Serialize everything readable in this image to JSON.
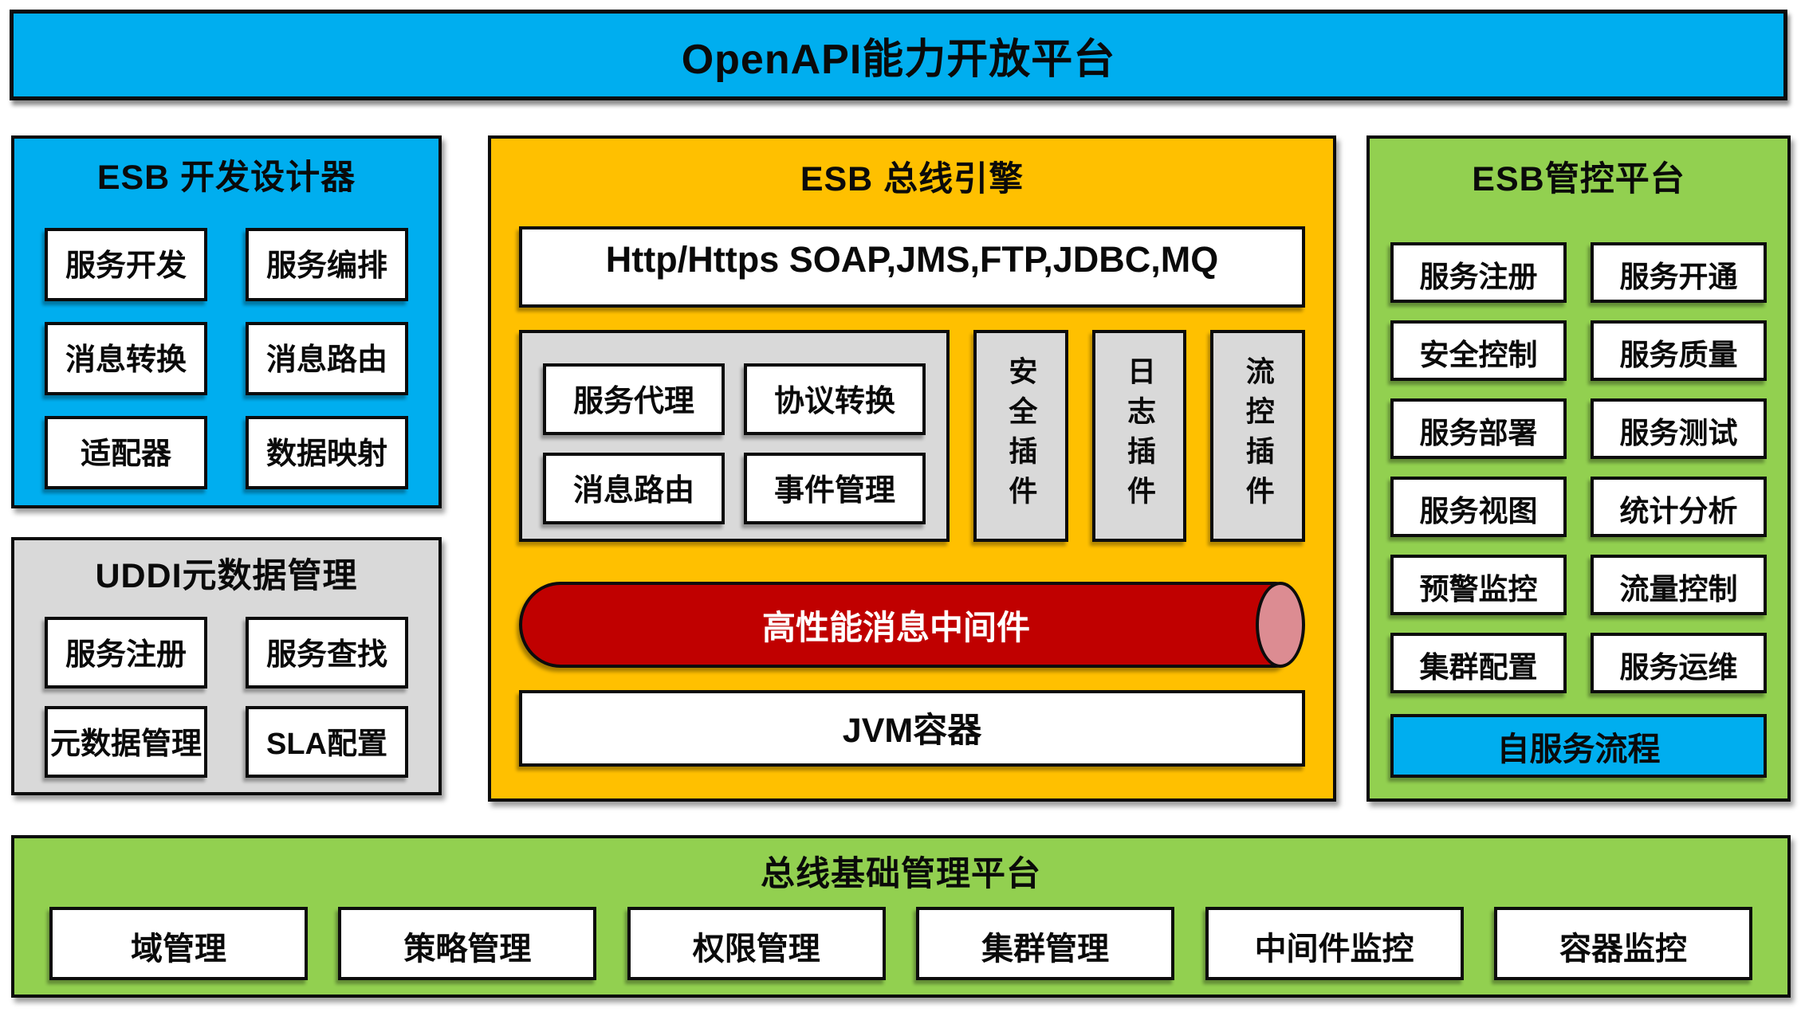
{
  "page_title": "OpenAPI能力开放平台",
  "colors": {
    "blue": "#00AEEF",
    "orange": "#FFC000",
    "green": "#92D050",
    "gray": "#D9D9D9",
    "red": "#C00000",
    "red_cap": "#DC8C92"
  },
  "dev_designer": {
    "title": "ESB 开发设计器",
    "items": [
      "服务开发",
      "服务编排",
      "消息转换",
      "消息路由",
      "适配器",
      "数据映射"
    ]
  },
  "uddi": {
    "title": "UDDI元数据管理",
    "items": [
      "服务注册",
      "服务查找",
      "元数据管理",
      "SLA配置"
    ]
  },
  "bus_engine": {
    "title": "ESB 总线引擎",
    "protocols": "Http/Https SOAP,JMS,FTP,JDBC,MQ",
    "core_modules": [
      "服务代理",
      "协议转换",
      "消息路由",
      "事件管理"
    ],
    "plugins": [
      "安全插件",
      "日志插件",
      "流控插件"
    ],
    "middleware": "高性能消息中间件",
    "container": "JVM容器"
  },
  "control_platform": {
    "title": "ESB管控平台",
    "items": [
      "服务注册",
      "服务开通",
      "安全控制",
      "服务质量",
      "服务部署",
      "服务测试",
      "服务视图",
      "统计分析",
      "预警监控",
      "流量控制",
      "集群配置",
      "服务运维"
    ],
    "self_service": "自服务流程"
  },
  "base_platform": {
    "title": "总线基础管理平台",
    "items": [
      "域管理",
      "策略管理",
      "权限管理",
      "集群管理",
      "中间件监控",
      "容器监控"
    ]
  }
}
